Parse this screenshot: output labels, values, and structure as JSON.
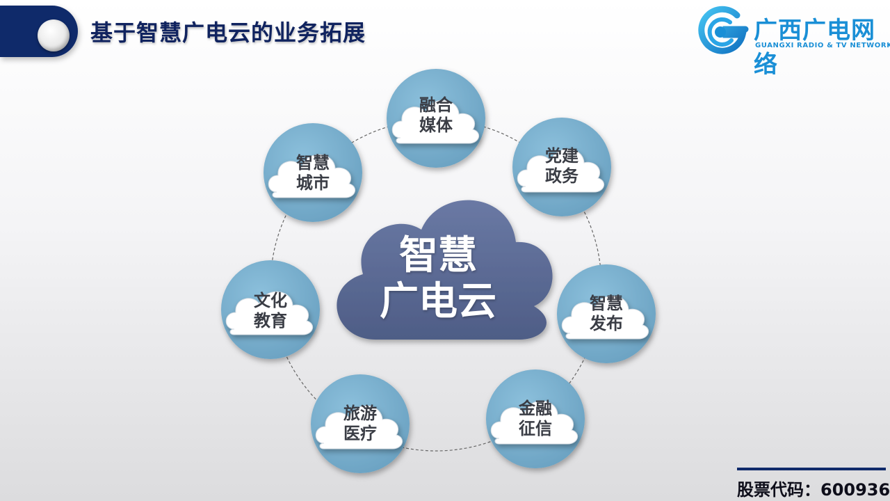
{
  "title": "基于智慧广电云的业务拓展",
  "logo": {
    "name_cn": "广西广电网络",
    "name_en": "GUANGXI RADIO & TV NETWORK",
    "icon": "g-swirl-logo-icon",
    "color": "#1a8fd6"
  },
  "hub": {
    "line1": "智慧",
    "line2": "广电云",
    "color": "#5b6a94"
  },
  "nodes": [
    {
      "line1": "融合",
      "line2": "媒体"
    },
    {
      "line1": "党建",
      "line2": "政务"
    },
    {
      "line1": "智慧",
      "line2": "发布"
    },
    {
      "line1": "金融",
      "line2": "征信"
    },
    {
      "line1": "旅游",
      "line2": "医疗"
    },
    {
      "line1": "文化",
      "line2": "教育"
    },
    {
      "line1": "智慧",
      "line2": "城市"
    }
  ],
  "colors": {
    "node_circle": "#79aecb",
    "title_bar": "#0f2a6a",
    "title_text": "#10235f"
  },
  "footer": {
    "stock_code": "股票代码：600936"
  }
}
